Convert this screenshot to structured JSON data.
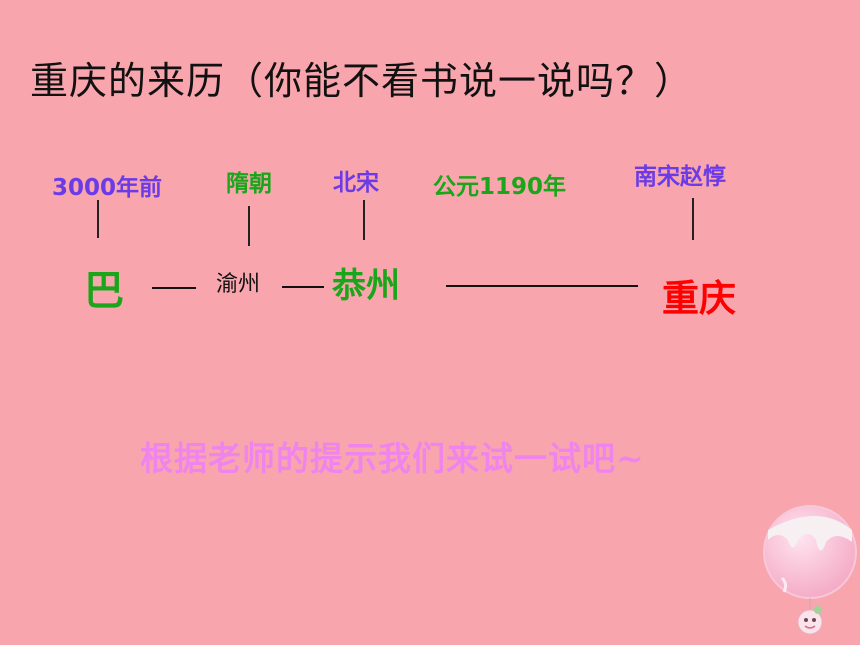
{
  "title": "重庆的来历（你能不看书说一说吗？）",
  "timeline": {
    "eras": [
      {
        "label": "3000年前",
        "color": "#6a3be6"
      },
      {
        "label": "隋朝",
        "color": "#1aa51a"
      },
      {
        "label": "北宋",
        "color": "#6a3be6"
      },
      {
        "label": "公元1190年",
        "color": "#1aa51a"
      },
      {
        "label": "南宋赵惇",
        "color": "#6a3be6"
      }
    ],
    "names": [
      {
        "label": "巴",
        "color": "#1aa51a"
      },
      {
        "label": "渝州",
        "color": "#111111"
      },
      {
        "label": "恭州",
        "color": "#1aa51a"
      },
      {
        "label": "重庆",
        "color": "#ff0000"
      }
    ]
  },
  "hint": "根据老师的提示我们来试一试吧~",
  "decoration": {
    "icon": "balloon-icon"
  }
}
